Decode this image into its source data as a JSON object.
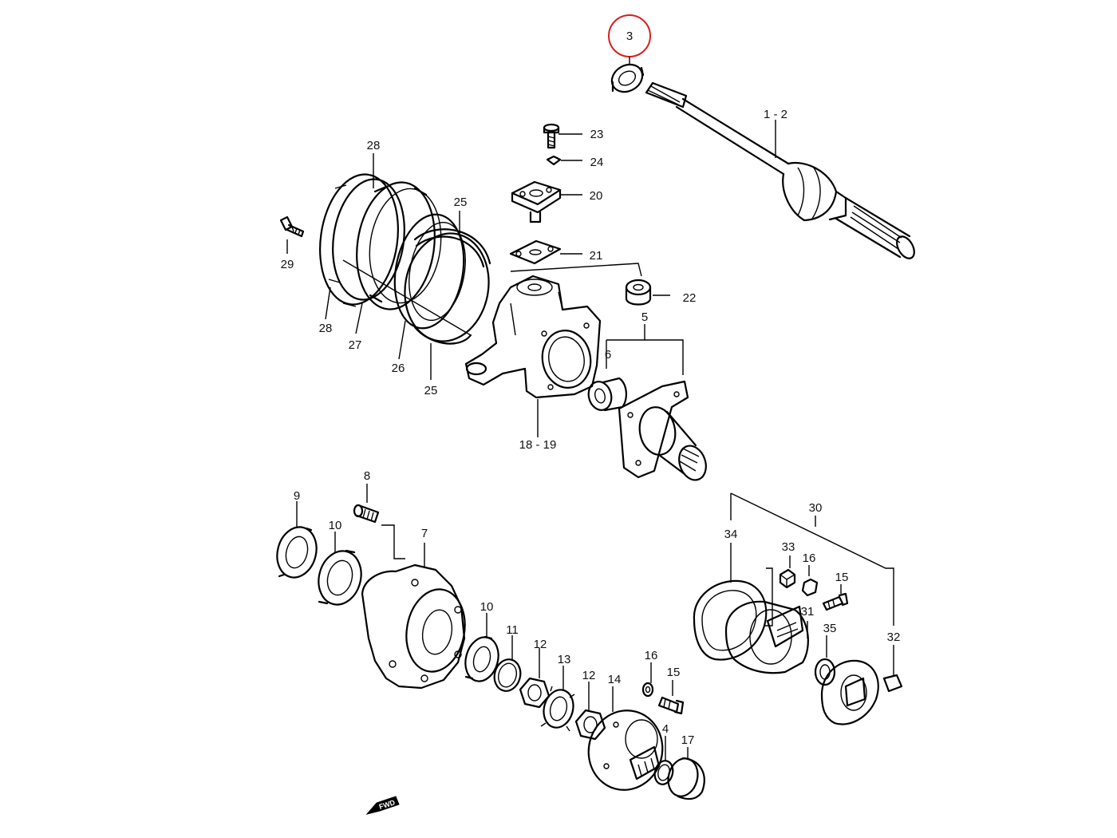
{
  "diagram": {
    "highlight_color": "#d42020",
    "highlighted_callout": "3",
    "fwd_marker": "FWD",
    "callouts": {
      "c1_2": "1 - 2",
      "c3": "3",
      "c4": "4",
      "c5": "5",
      "c6": "6",
      "c7": "7",
      "c8": "8",
      "c9": "9",
      "c10a": "10",
      "c10b": "10",
      "c11": "11",
      "c12a": "12",
      "c12b": "12",
      "c13": "13",
      "c14": "14",
      "c15a": "15",
      "c15b": "15",
      "c16a": "16",
      "c16b": "16",
      "c17": "17",
      "c18_19": "18 - 19",
      "c20": "20",
      "c21": "21",
      "c22": "22",
      "c23": "23",
      "c24": "24",
      "c25a": "25",
      "c25b": "25",
      "c26": "26",
      "c27": "27",
      "c28a": "28",
      "c28b": "28",
      "c29": "29",
      "c30": "30",
      "c31": "31",
      "c32": "32",
      "c33": "33",
      "c34": "34",
      "c35": "35"
    }
  }
}
